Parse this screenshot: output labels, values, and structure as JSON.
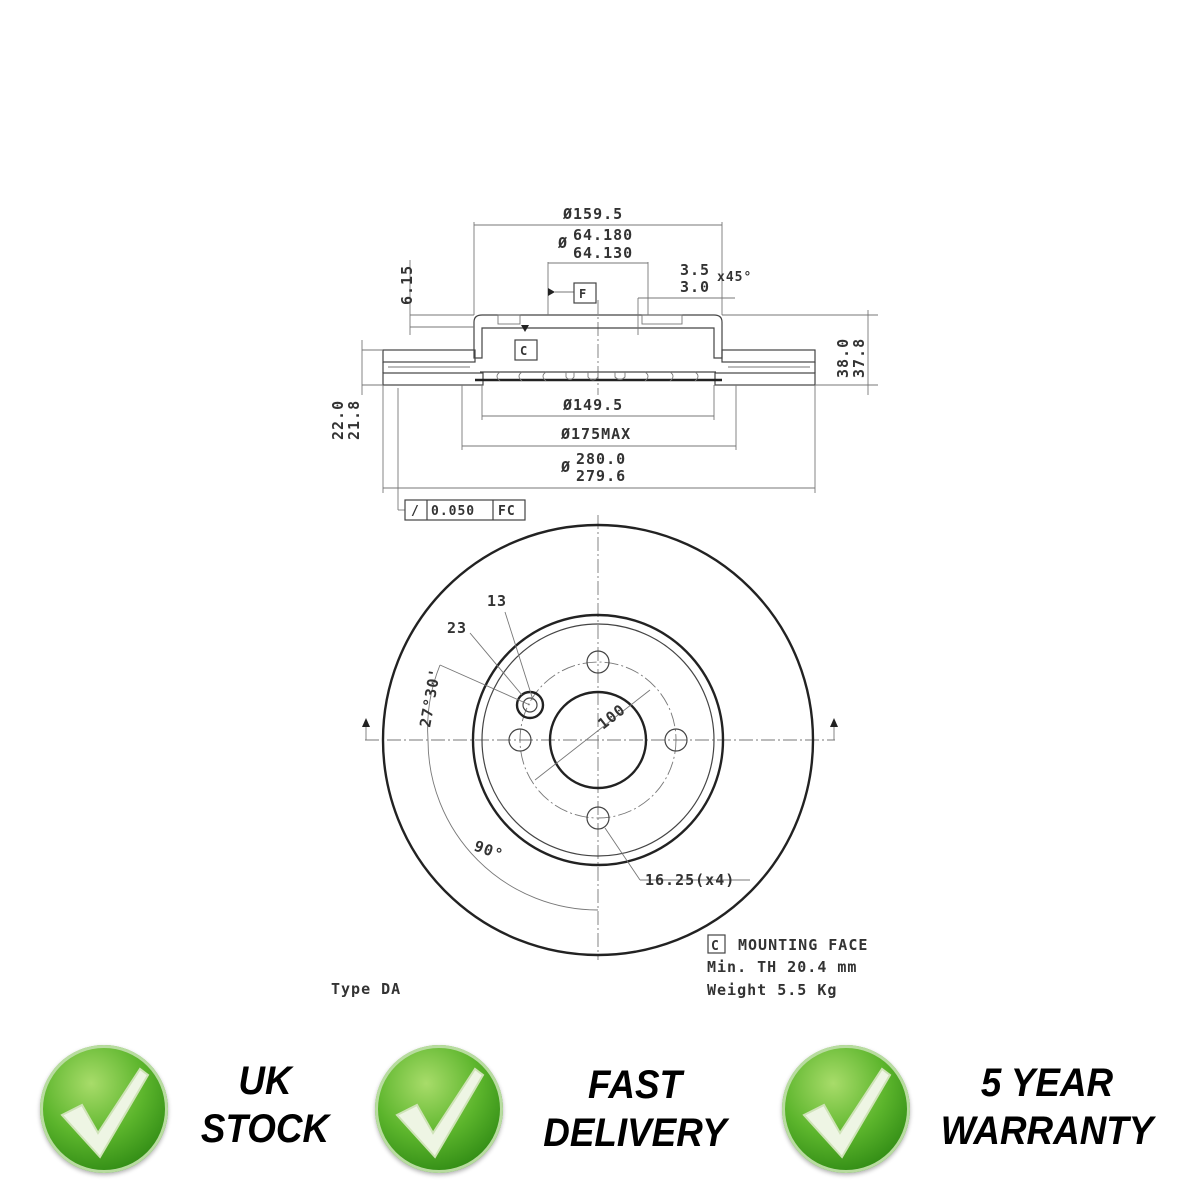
{
  "section_view": {
    "dia_hat": "Ø159.5",
    "dia_bore_max": "64.180",
    "dia_bore_min": "64.130",
    "dia_bore_symbol": "Ø",
    "hat_depth": "6.15",
    "chamfer_max": "3.5",
    "chamfer_min": "3.0",
    "chamfer_angle": "x45°",
    "datum_f": "F",
    "datum_c": "C",
    "height_max": "38.0",
    "height_min": "37.8",
    "thickness_max": "22.0",
    "thickness_min": "21.8",
    "dia_inner": "Ø149.5",
    "dia_175": "Ø175MAX",
    "dia_outer_symbol": "Ø",
    "dia_outer_max": "280.0",
    "dia_outer_min": "279.6",
    "runout_symbol": "/",
    "runout_value": "0.050",
    "runout_ref": "FC"
  },
  "plan_view": {
    "label_13": "13",
    "label_23": "23",
    "angle_27": "27°30'",
    "pcd": "100",
    "angle_90": "90°",
    "holes": "16.25(x4)"
  },
  "notes": {
    "type": "Type DA",
    "mounting_box": "C",
    "mounting_face": "MOUNTING FACE",
    "min_th": "Min. TH 20.4 mm",
    "weight": "Weight 5.5 Kg"
  },
  "badges": [
    {
      "line1": "UK",
      "line2": "STOCK",
      "icon": "check-icon"
    },
    {
      "line1": "FAST",
      "line2": "DELIVERY",
      "icon": "check-icon"
    },
    {
      "line1": "5 YEAR",
      "line2": "WARRANTY",
      "icon": "check-icon"
    }
  ],
  "colors": {
    "badge_green": "#4aa51f",
    "line": "#444444"
  }
}
